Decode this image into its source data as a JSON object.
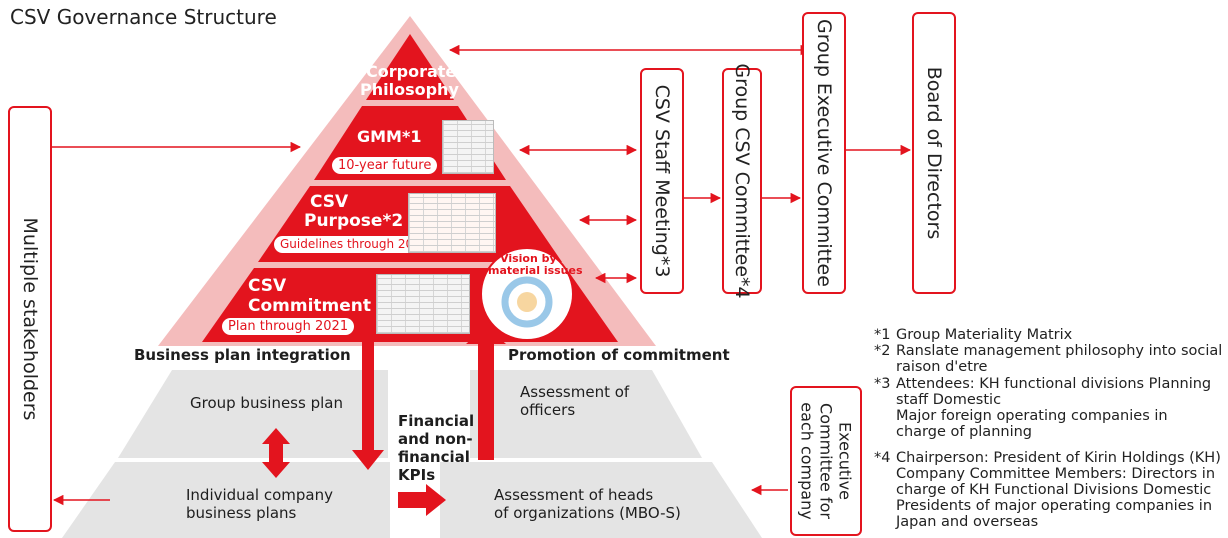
{
  "title": "CSV Governance Structure",
  "pyramid": {
    "apex": [
      "Corporate",
      "Philosophy"
    ],
    "gmm": {
      "label": "GMM*1",
      "pill": "10-year future"
    },
    "purpose": {
      "line1": "CSV",
      "line2": "Purpose*2",
      "pill": "Guidelines through 2027"
    },
    "commitment": {
      "line1": "CSV",
      "line2": "Commitment",
      "pill": "Plan through 2021"
    },
    "vision": [
      "Vision by",
      "material issues"
    ]
  },
  "captions": {
    "left": "Business plan integration",
    "right": "Promotion of commitment"
  },
  "lower": {
    "group_plan": "Group business plan",
    "assessment_officers": [
      "Assessment of",
      "officers"
    ],
    "individual_plans": [
      "Individual company",
      "business plans"
    ],
    "assessment_heads": [
      "Assessment of heads",
      "of organizations (MBO-S)"
    ],
    "kpis": [
      "Financial",
      "and non-",
      "financial",
      "KPIs"
    ]
  },
  "boxes": {
    "stakeholders": "Multiple stakeholders",
    "staff_meeting": "CSV Staff Meeting*3",
    "csv_committee": "Group CSV Committee*4",
    "exec_committee": "Group Executive Committee",
    "board": "Board of Directors",
    "company_exec": [
      "Executive",
      "Committee for",
      "each company"
    ]
  },
  "notes": [
    {
      "key": "*1",
      "lines": [
        "Group Materiality Matrix"
      ]
    },
    {
      "key": "*2",
      "lines": [
        "Ranslate management philosophy into social",
        "raison d'etre"
      ]
    },
    {
      "key": "*3",
      "lines": [
        "Attendees: KH functional divisions Planning",
        "staff Domestic",
        "Major foreign operating companies in",
        "charge of planning"
      ]
    },
    {
      "key": "*4",
      "lines": [
        "Chairperson: President of Kirin Holdings (KH)",
        "Company Committee Members: Directors in",
        "charge of KH Functional Divisions Domestic",
        "Presidents of major operating companies in",
        "Japan and overseas"
      ]
    }
  ],
  "colors": {
    "red": "#e3141e",
    "pink": "#f4bcbc",
    "gray": "#e4e4e4"
  }
}
